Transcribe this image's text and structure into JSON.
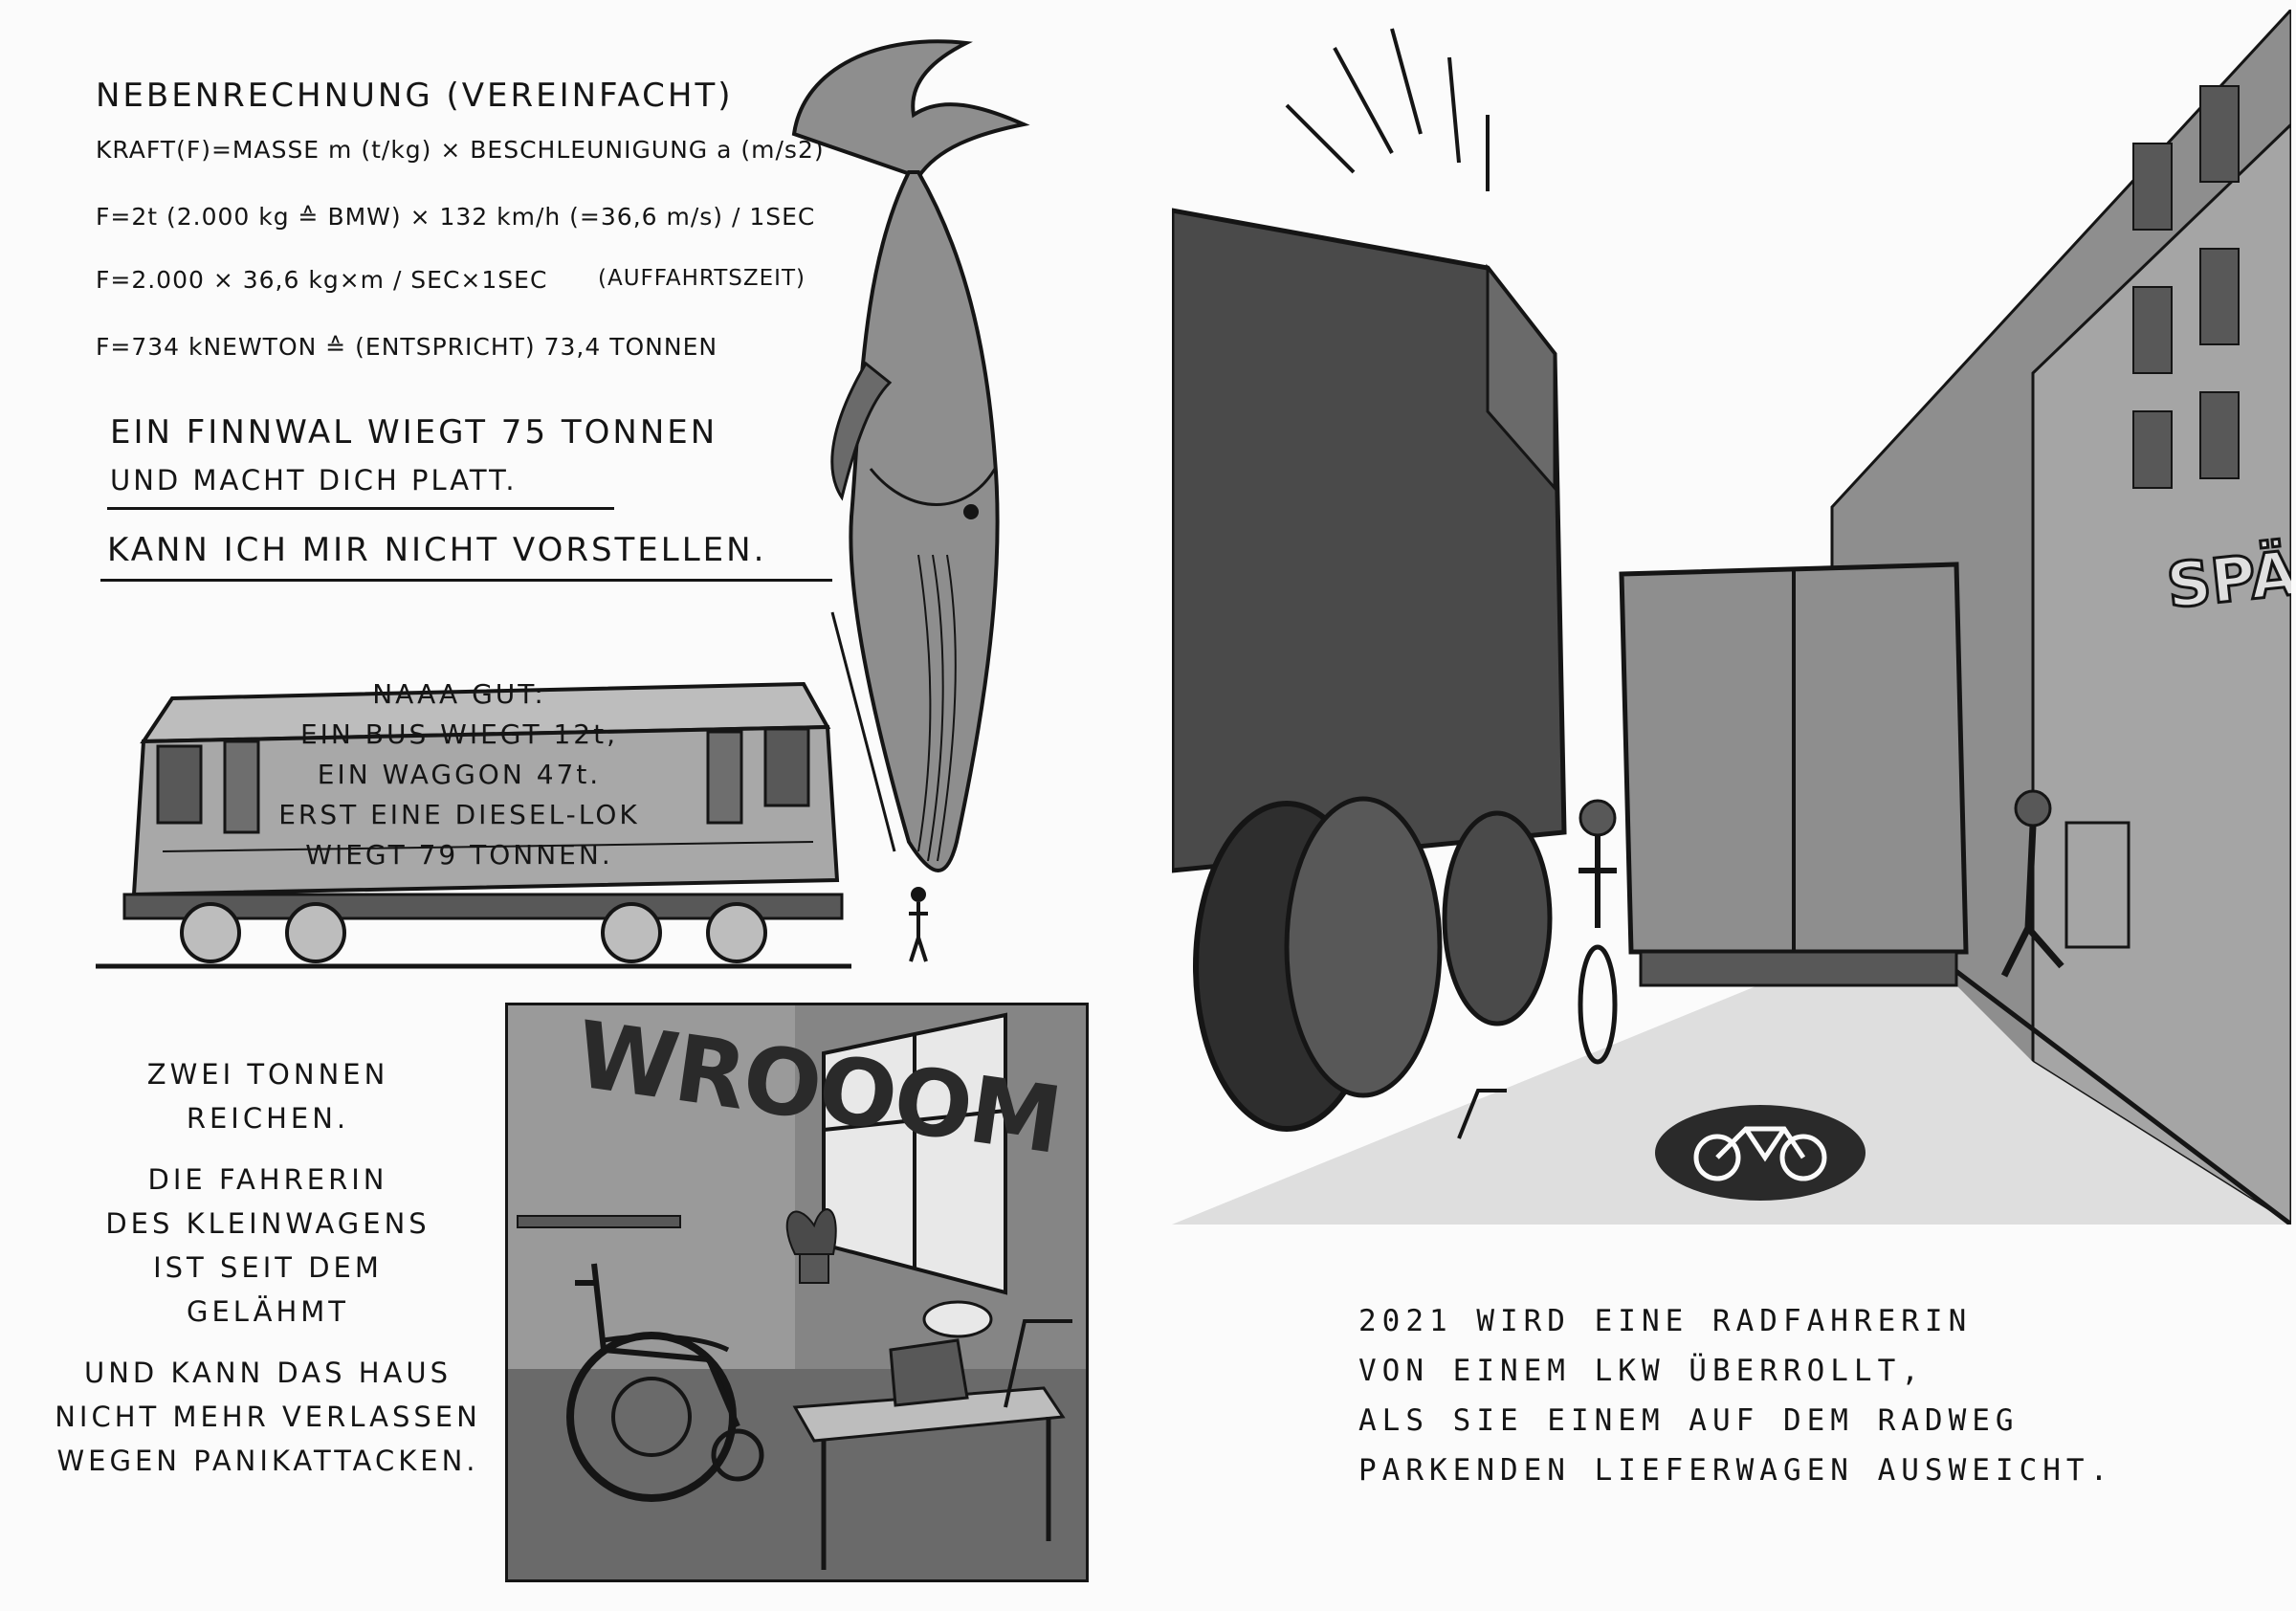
{
  "calculation": {
    "title": "NEBENRECHNUNG (VEREINFACHT)",
    "line1": "KRAFT(F)=MASSE m (t/kg) × BESCHLEUNIGUNG a (m/s2)",
    "line2": "F=2t (2.000 kg ≙ BMW) × 132 km/h (=36,6 m/s) / 1SEC",
    "line3": "F=2.000 × 36,6 kg×m / SEC×1SEC",
    "line3_note": "(AUFFAHRTSZEIT)",
    "line4": "F=734 kNEWTON ≙ (ENTSPRICHT) 73,4 TONNEN"
  },
  "whale_text": {
    "line1": "EIN FINNWAL WIEGT 75 TONNEN",
    "line2": "UND MACHT DICH PLATT.",
    "line3": "KANN ICH MIR NICHT VORSTELLEN."
  },
  "locomotive_text": {
    "line1": "NAAA GUT:",
    "line2": "EIN BUS WIEGT 12t,",
    "line3": "EIN WAGGON 47t.",
    "line4": "ERST EINE DIESEL-LOK",
    "line5": "WIEGT 79 TONNEN."
  },
  "left_caption": {
    "line1": "ZWEI TONNEN",
    "line2": "REICHEN.",
    "line3": "DIE FAHRERIN",
    "line4": "DES KLEINWAGENS",
    "line5": "IST SEIT DEM",
    "line6": "GELÄHMT",
    "line7": "UND KANN DAS HAUS",
    "line8": "NICHT MEHR VERLASSEN",
    "line9": "WEGEN PANIKATTACKEN."
  },
  "sound_effect": "WROOOM",
  "shop_sign": "SPÄ",
  "street_caption": {
    "line1": "2021 WIRD EINE RADFAHRERIN",
    "line2": "VON EINEM LKW ÜBERROLLT,",
    "line3": "ALS SIE EINEM AUF DEM RADWEG",
    "line4": "PARKENDEN LIEFERWAGEN AUSWEICHT."
  },
  "colors": {
    "ink": "#151515",
    "paper": "#fbfbfb",
    "gray_dark": "#585858",
    "gray_mid": "#8e8e8e",
    "gray_light": "#bdbdbd"
  }
}
